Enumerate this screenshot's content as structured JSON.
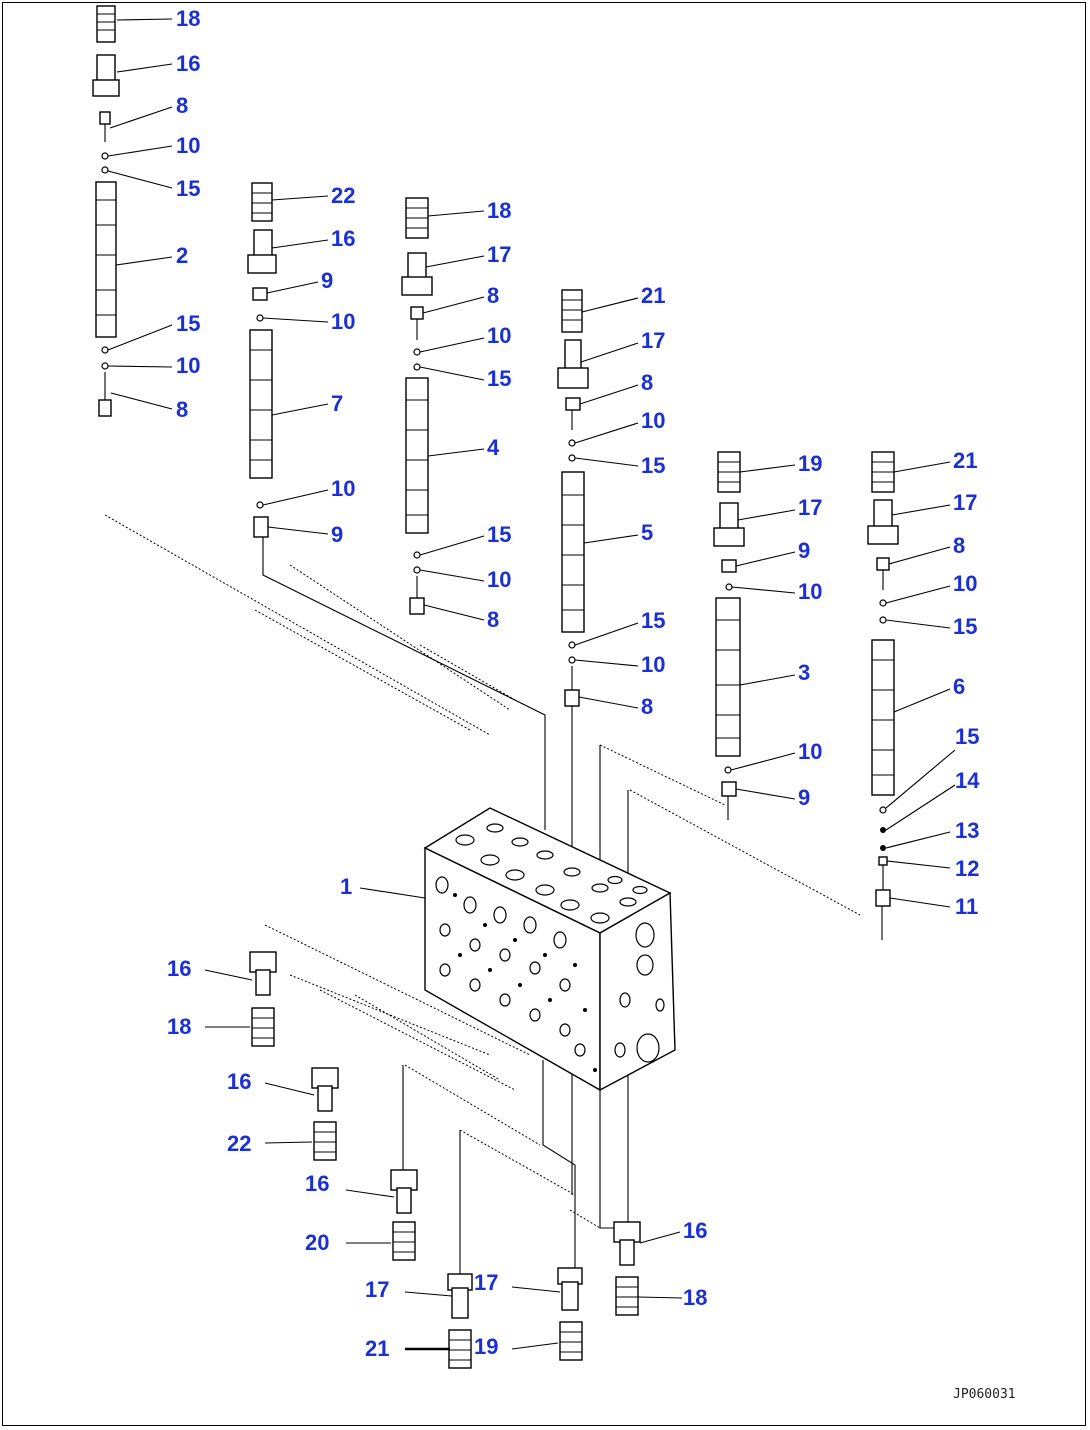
{
  "diagram": {
    "drawing_code": "JP060031",
    "parts": [
      {
        "id": "body",
        "label": "1"
      },
      {
        "id": "spool-a",
        "label": "2"
      },
      {
        "id": "spool-b",
        "label": "3"
      },
      {
        "id": "spool-c",
        "label": "4"
      },
      {
        "id": "spool-d",
        "label": "5"
      },
      {
        "id": "spool-e",
        "label": "6"
      },
      {
        "id": "spool-f",
        "label": "7"
      },
      {
        "id": "plug",
        "label": "8"
      },
      {
        "id": "plug-alt",
        "label": "9"
      },
      {
        "id": "o-ring",
        "label": "10"
      },
      {
        "id": "check-valve",
        "label": "11"
      },
      {
        "id": "spacer",
        "label": "12"
      },
      {
        "id": "washer-a",
        "label": "13"
      },
      {
        "id": "washer-b",
        "label": "14"
      },
      {
        "id": "backup-ring",
        "label": "15"
      },
      {
        "id": "retainer-a",
        "label": "16"
      },
      {
        "id": "retainer-b",
        "label": "17"
      },
      {
        "id": "spring-a",
        "label": "18"
      },
      {
        "id": "spring-b",
        "label": "19"
      },
      {
        "id": "spring-c",
        "label": "20"
      },
      {
        "id": "spring-d",
        "label": "21"
      },
      {
        "id": "spring-e",
        "label": "22"
      }
    ]
  }
}
